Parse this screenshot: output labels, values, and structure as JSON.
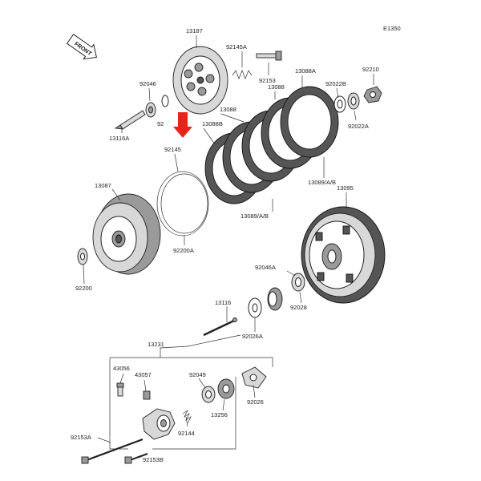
{
  "diagram_code": "E1350",
  "front_label": "FRONT",
  "colors": {
    "arrow": "#e8231a",
    "line": "#333333",
    "part_fill": "#d8d8d8"
  },
  "labels": {
    "p13187": "13187",
    "p92145a": "92145A",
    "p92153": "92153",
    "p13088a": "13088A",
    "p13088_top": "13088",
    "p92022b": "92022B",
    "p92210": "92210",
    "p92046": "92046",
    "p13088": "13088",
    "p13088b": "13088B",
    "p92022a": "92022A",
    "p92_partial": "92",
    "p13116a": "13116A",
    "p92145": "92145",
    "p13089ab_right": "13089/A/B",
    "p13087": "13087",
    "p13095": "13095",
    "p13089ab_bottom": "13089/A/B",
    "p92200a": "92200A",
    "p92200": "92200",
    "p92046a": "92046A",
    "p13116": "13116",
    "p92028": "92028",
    "p92026a": "92026A",
    "p13231": "13231",
    "p43056": "43056",
    "p43057": "43057",
    "p92049": "92049",
    "p92026": "92026",
    "p13256": "13256",
    "p92144": "92144",
    "p92153a": "92153A",
    "p92153b": "92153B"
  }
}
